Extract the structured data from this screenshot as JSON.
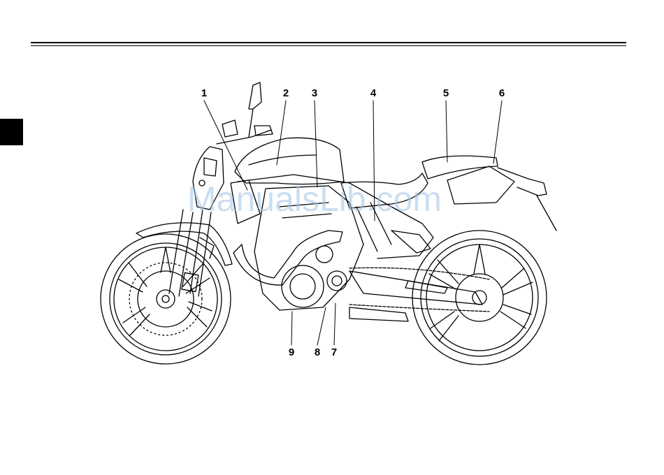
{
  "callouts": [
    {
      "id": "1",
      "label": "1"
    },
    {
      "id": "2",
      "label": "2"
    },
    {
      "id": "3",
      "label": "3"
    },
    {
      "id": "4",
      "label": "4"
    },
    {
      "id": "5",
      "label": "5"
    },
    {
      "id": "6",
      "label": "6"
    },
    {
      "id": "7",
      "label": "7"
    },
    {
      "id": "8",
      "label": "8"
    },
    {
      "id": "9",
      "label": "9"
    }
  ],
  "watermark": {
    "text": "ManualsLib.com"
  }
}
